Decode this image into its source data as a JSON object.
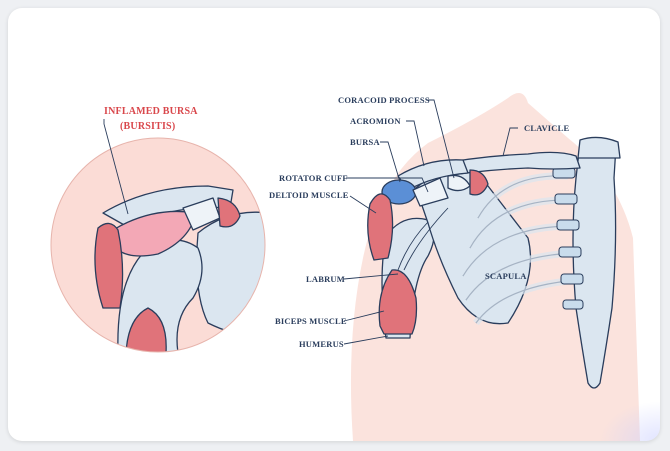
{
  "inset": {
    "title_line1": "INFLAMED BURSA",
    "title_line2": "(BURSITIS)"
  },
  "labels": {
    "coracoid_process": "CORACOID PROCESS",
    "acromion": "ACROMION",
    "bursa": "BURSA",
    "rotator_cuff": "ROTATOR CUFF",
    "deltoid_muscle": "DELTOID MUSCLE",
    "labrum": "LABRUM",
    "biceps_muscle": "BICEPS MUSCLE",
    "humerus": "HUMERUS",
    "clavicle": "CLAVICLE",
    "scapula": "SCAPULA"
  },
  "colors": {
    "label_text": "#2a3d5c",
    "inflamed_label": "#d9474b",
    "bone": "#dbe6f0",
    "muscle": "#e0737a",
    "skin": "#fbe3dd",
    "bursa": "#5b8fd6",
    "inflamed_bursa": "#f3a8b6"
  }
}
